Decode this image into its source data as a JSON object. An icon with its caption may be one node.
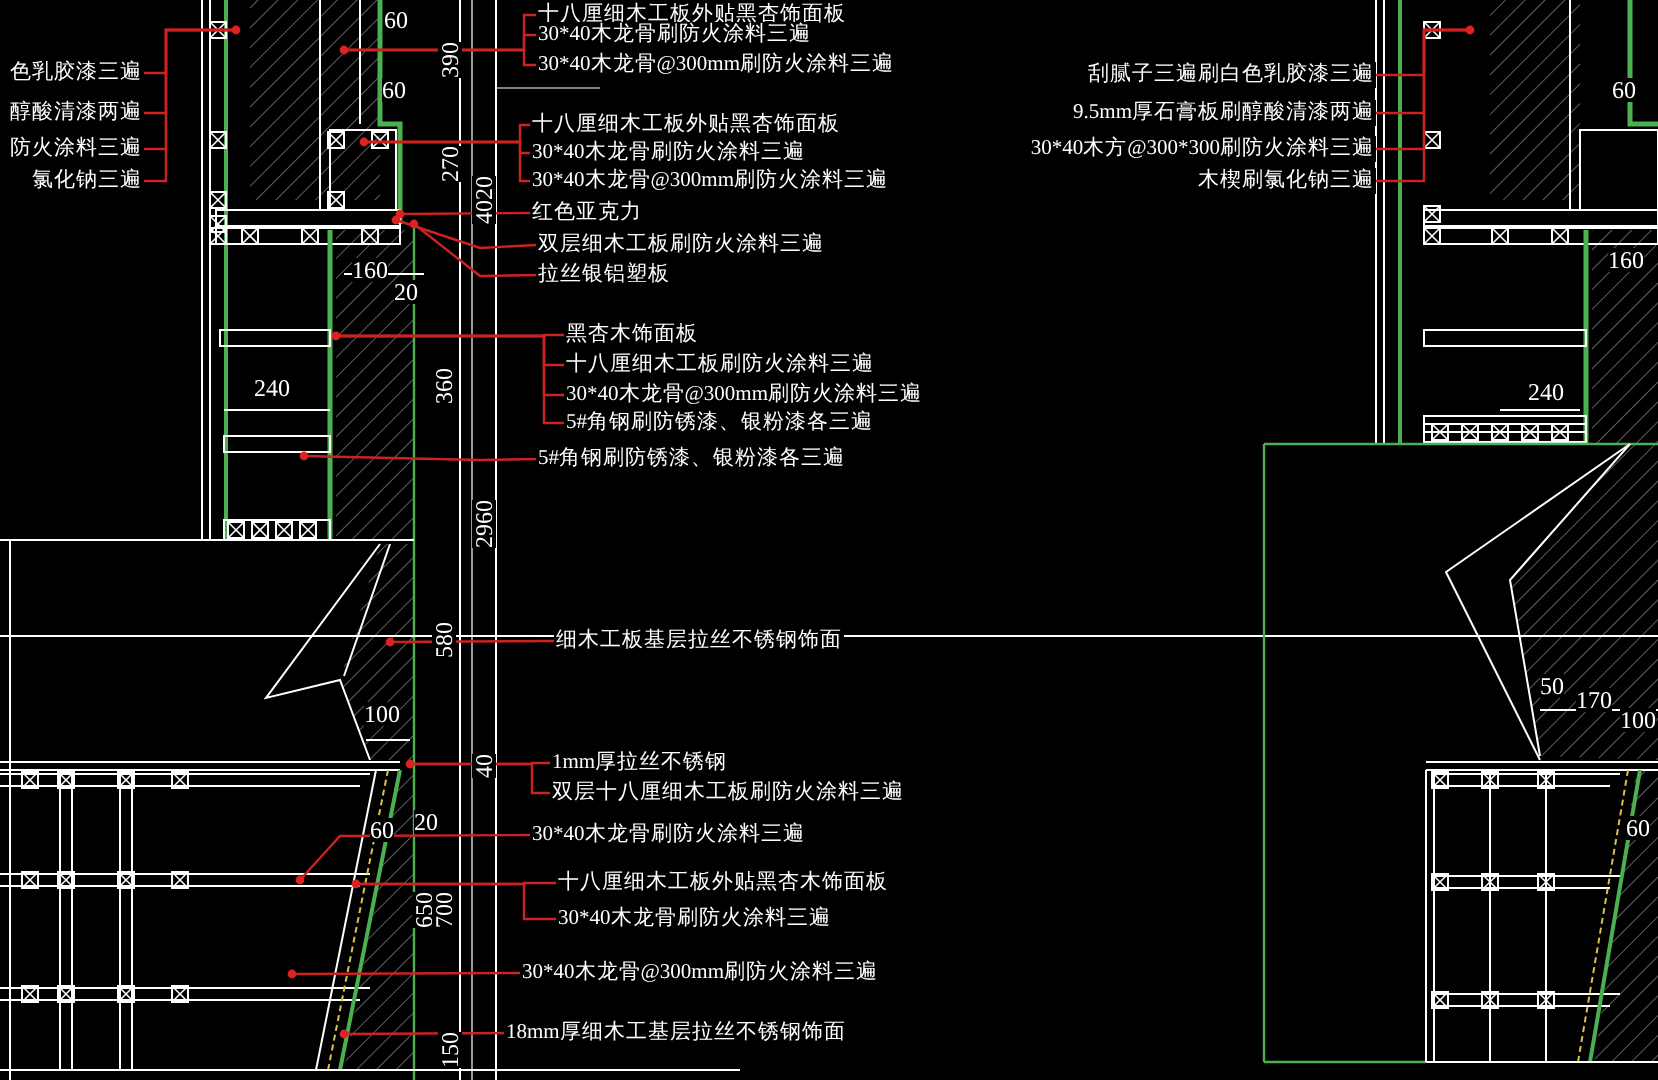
{
  "diagram": {
    "nodes": [
      {
        "text": [
          "十八厘细木工板外贴黑杏饰面板"
        ]
      },
      {
        "text": [
          "30*40木龙骨刷防火涂料三遍"
        ]
      },
      {
        "text": [
          "30*40木龙骨@300mm刷防火涂料三遍"
        ]
      },
      {
        "text": [
          "十八厘细木工板外贴黑杏饰面板"
        ]
      },
      {
        "text": [
          "30*40木龙骨刷防火涂料三遍"
        ]
      },
      {
        "text": [
          "30*40木龙骨@300mm刷防火涂料三遍"
        ]
      },
      {
        "text": [
          "红色亚克力"
        ]
      },
      {
        "text": [
          "双层细木工板刷防火涂料三遍"
        ]
      },
      {
        "text": [
          "拉丝银铝塑板"
        ]
      },
      {
        "text": [
          "黑杏木饰面板"
        ]
      },
      {
        "text": [
          "十八厘细木工板刷防火涂料三遍"
        ]
      },
      {
        "text": [
          "30*40木龙骨@300mm刷防火涂料三遍"
        ]
      },
      {
        "text": [
          "5#角钢刷防锈漆、银粉漆各三遍"
        ]
      },
      {
        "text": [
          "5#角钢刷防锈漆、银粉漆各三遍"
        ]
      },
      {
        "text": [
          "细木工板基层拉丝不锈钢饰面"
        ]
      },
      {
        "text": [
          "1mm厚拉丝不锈钢"
        ]
      },
      {
        "text": [
          "双层十八厘细木工板刷防火涂料三遍"
        ]
      },
      {
        "text": [
          "30*40木龙骨刷防火涂料三遍"
        ]
      },
      {
        "text": [
          "十八厘细木工板外贴黑杏木饰面板"
        ]
      },
      {
        "text": [
          "30*40木龙骨刷防火涂料三遍"
        ]
      },
      {
        "text": [
          "30*40木龙骨@300mm刷防火涂料三遍"
        ]
      },
      {
        "text": [
          "18mm厚细木工基层拉丝不锈钢饰面"
        ]
      },
      {
        "text": [
          "色乳胶漆三遍"
        ]
      },
      {
        "text": [
          "醇酸清漆两遍"
        ]
      },
      {
        "text": [
          "防火涂料三遍"
        ]
      },
      {
        "text": [
          "氯化钠三遍"
        ]
      },
      {
        "text": [
          "刮腻子三遍刷白色乳胶漆三遍"
        ]
      },
      {
        "text": [
          "9.5mm厚石膏板刷醇酸清漆两遍"
        ]
      },
      {
        "text": [
          "30*40木方@300*300刷防火涂料三遍"
        ]
      },
      {
        "text": [
          "木楔刷氯化钠三遍"
        ]
      }
    ],
    "edges": [
      {
        "from": 0,
        "to": null,
        "arrow": "none"
      },
      {
        "from": 1,
        "to": null,
        "arrow": "none"
      },
      {
        "from": 2,
        "to": null,
        "arrow": "none"
      },
      {
        "from": 3,
        "to": null,
        "arrow": "none"
      },
      {
        "from": 4,
        "to": null,
        "arrow": "none"
      },
      {
        "from": 5,
        "to": null,
        "arrow": "none"
      },
      {
        "from": 6,
        "to": null,
        "arrow": "none"
      },
      {
        "from": 7,
        "to": null,
        "arrow": "none"
      },
      {
        "from": 8,
        "to": null,
        "arrow": "none"
      },
      {
        "from": 9,
        "to": null,
        "arrow": "none"
      },
      {
        "from": 10,
        "to": null,
        "arrow": "none"
      },
      {
        "from": 11,
        "to": null,
        "arrow": "none"
      },
      {
        "from": 12,
        "to": null,
        "arrow": "none"
      },
      {
        "from": 13,
        "to": null,
        "arrow": "none"
      },
      {
        "from": 14,
        "to": null,
        "arrow": "none"
      },
      {
        "from": 15,
        "to": null,
        "arrow": "none"
      },
      {
        "from": 16,
        "to": null,
        "arrow": "none"
      },
      {
        "from": 17,
        "to": null,
        "arrow": "none"
      },
      {
        "from": 18,
        "to": null,
        "arrow": "none"
      },
      {
        "from": 19,
        "to": null,
        "arrow": "none"
      },
      {
        "from": 20,
        "to": null,
        "arrow": "none"
      },
      {
        "from": 21,
        "to": null,
        "arrow": "none"
      },
      {
        "from": 22,
        "to": null,
        "arrow": "none"
      },
      {
        "from": 23,
        "to": null,
        "arrow": "none"
      },
      {
        "from": 24,
        "to": null,
        "arrow": "none"
      },
      {
        "from": 25,
        "to": null,
        "arrow": "none"
      },
      {
        "from": 26,
        "to": null,
        "arrow": "none"
      },
      {
        "from": 27,
        "to": null,
        "arrow": "none"
      },
      {
        "from": 28,
        "to": null,
        "arrow": "none"
      },
      {
        "from": 29,
        "to": null,
        "arrow": "none"
      }
    ],
    "labels": [
      "60",
      "390",
      "60",
      "60",
      "270",
      "4020",
      "160",
      "160",
      "20",
      "240",
      "240",
      "360",
      "2960",
      "580",
      "50",
      "170",
      "100",
      "100",
      "40",
      "20",
      "60",
      "60",
      "650",
      "700",
      "150"
    ]
  }
}
